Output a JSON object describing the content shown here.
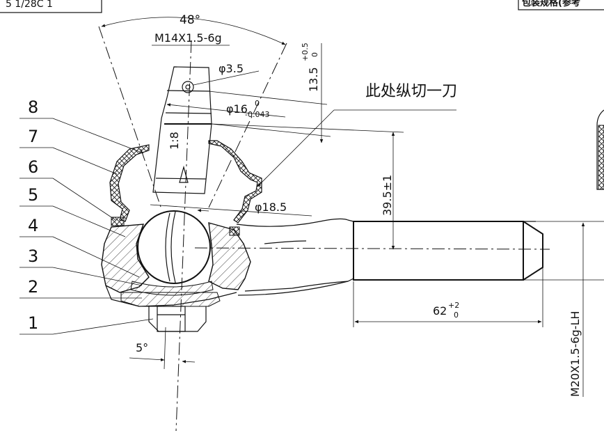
{
  "drawing": {
    "corner_left_text": "5 1/28C 1",
    "corner_right_text": "包装规格(参考",
    "annotation_cut": "此处纵切一刀"
  },
  "dimensions": {
    "angle_top": "48°",
    "thread_top": "M14X1.5-6g",
    "hole_dia": "φ3.5",
    "height_top": "13.5",
    "height_top_tol_upper": "+0.5",
    "height_top_tol_lower": "0",
    "shaft_dia": "φ16",
    "shaft_dia_tol_upper": "0",
    "shaft_dia_tol_lower": "-0.043",
    "taper": "1:8",
    "ball_dia": "φ18.5",
    "height_main": "39.5±1",
    "length_thread": "62",
    "length_tol_upper": "+2",
    "length_tol_lower": "0",
    "thread_side": "M20X1.5-6g-LH",
    "angle_bottom": "5°"
  },
  "part_labels": [
    "8",
    "7",
    "6",
    "5",
    "4",
    "3",
    "2",
    "1"
  ]
}
